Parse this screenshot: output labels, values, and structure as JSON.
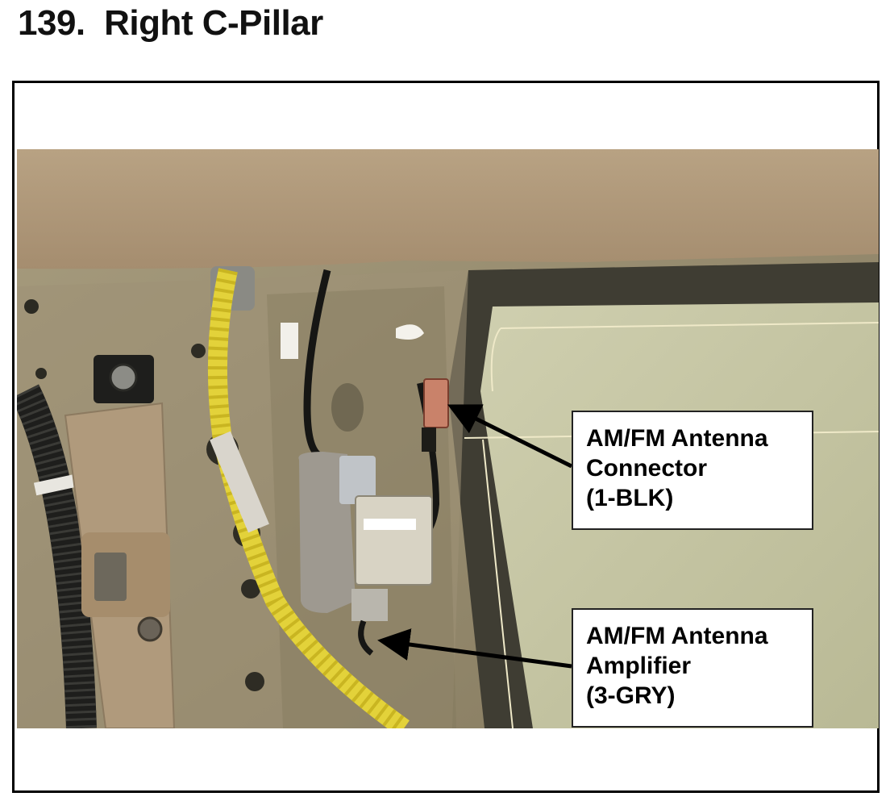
{
  "page": {
    "number": "139.",
    "title": "Right C-Pillar"
  },
  "callouts": {
    "connector": {
      "line1": "AM/FM Antenna",
      "line2": "Connector",
      "line3": "(1-BLK)"
    },
    "amplifier": {
      "line1": "AM/FM Antenna",
      "line2": "Amplifier",
      "line3": "(3-GRY)"
    }
  },
  "colors": {
    "headliner": "#b39b7c",
    "pillar": "#9a8f72",
    "glass": "#c7c6a6",
    "harness": "#e3d23a",
    "trim": "#b09a7c"
  }
}
